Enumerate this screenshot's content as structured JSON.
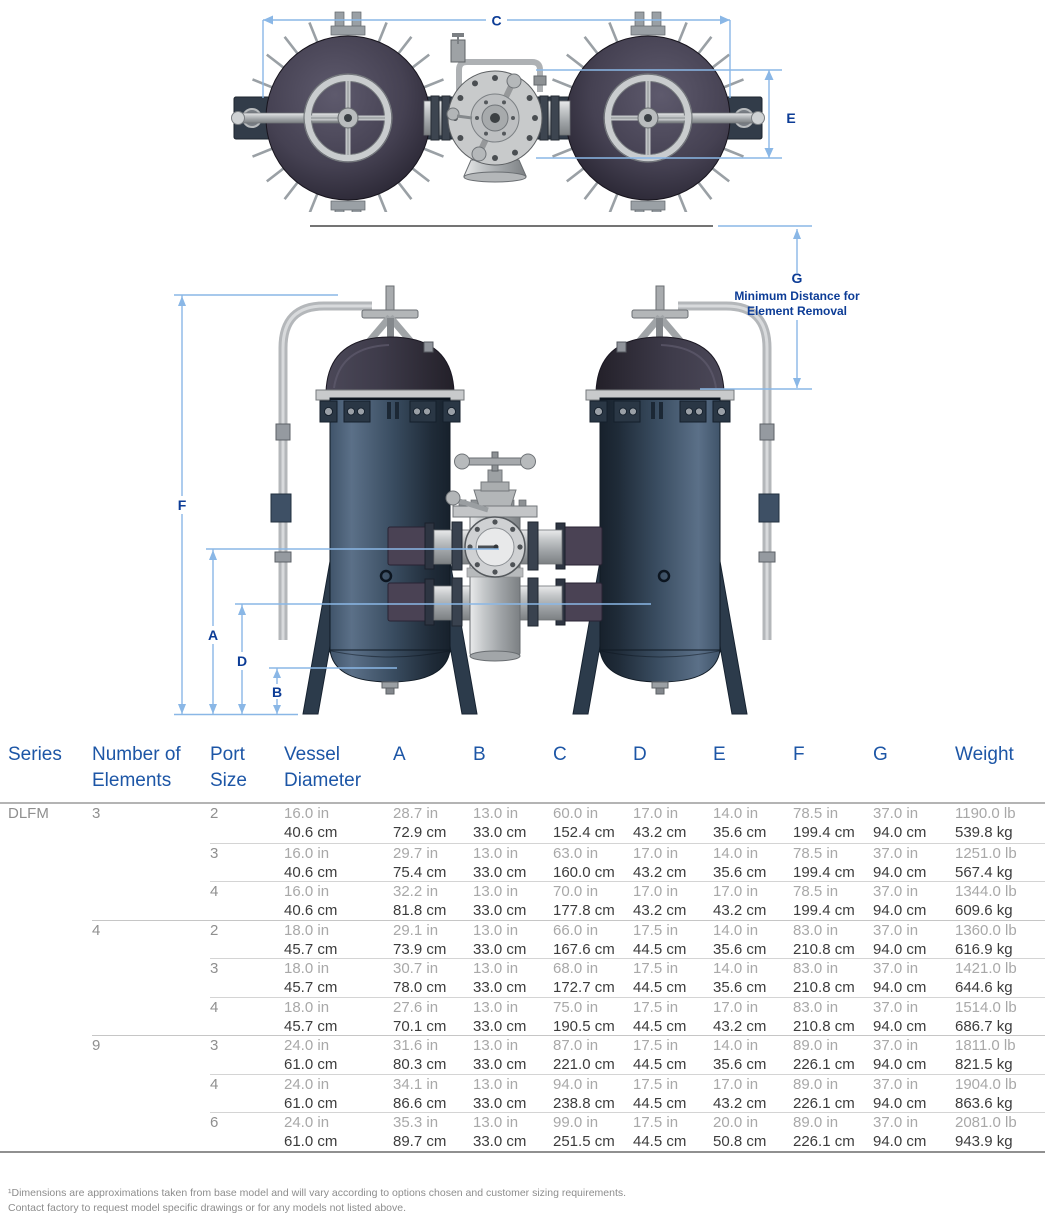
{
  "colors": {
    "dim_line": "#8ab7e6",
    "dim_label_blue": "#0c3c96",
    "table_header_blue": "#1d56a6",
    "value_inch_gray": "#a8a8a8",
    "value_cm_gray": "#3c3c3c",
    "vessel_dark_blue": "#32455a",
    "dome_purple_gray": "#3e3b4a",
    "pipe_gray": "#b6b9bb"
  },
  "drawing": {
    "dims": {
      "c": "C",
      "e": "E",
      "g": "G",
      "f": "F",
      "a": "A",
      "d": "D",
      "b": "B"
    },
    "g_note_1": "Minimum Distance for",
    "g_note_2": "Element Removal"
  },
  "table": {
    "headers": [
      "Series",
      "Number of Elements",
      "Port Size",
      "Vessel Diameter",
      "A",
      "B",
      "C",
      "D",
      "E",
      "F",
      "G",
      "Weight"
    ],
    "series": "DLFM",
    "groups": [
      {
        "elements": "3",
        "rows": [
          {
            "port": "2",
            "values": [
              [
                "16.0 in",
                "40.6 cm"
              ],
              [
                "28.7 in",
                "72.9 cm"
              ],
              [
                "13.0 in",
                "33.0 cm"
              ],
              [
                "60.0 in",
                "152.4 cm"
              ],
              [
                "17.0 in",
                "43.2 cm"
              ],
              [
                "14.0 in",
                "35.6 cm"
              ],
              [
                "78.5 in",
                "199.4 cm"
              ],
              [
                "37.0 in",
                "94.0 cm"
              ],
              [
                "1190.0 lb",
                "539.8 kg"
              ]
            ]
          },
          {
            "port": "3",
            "values": [
              [
                "16.0 in",
                "40.6 cm"
              ],
              [
                "29.7 in",
                "75.4 cm"
              ],
              [
                "13.0 in",
                "33.0 cm"
              ],
              [
                "63.0 in",
                "160.0 cm"
              ],
              [
                "17.0 in",
                "43.2 cm"
              ],
              [
                "14.0 in",
                "35.6 cm"
              ],
              [
                "78.5 in",
                "199.4 cm"
              ],
              [
                "37.0 in",
                "94.0 cm"
              ],
              [
                "1251.0 lb",
                "567.4 kg"
              ]
            ]
          },
          {
            "port": "4",
            "values": [
              [
                "16.0 in",
                "40.6 cm"
              ],
              [
                "32.2 in",
                "81.8 cm"
              ],
              [
                "13.0 in",
                "33.0 cm"
              ],
              [
                "70.0 in",
                "177.8 cm"
              ],
              [
                "17.0 in",
                "43.2 cm"
              ],
              [
                "17.0 in",
                "43.2 cm"
              ],
              [
                "78.5 in",
                "199.4 cm"
              ],
              [
                "37.0 in",
                "94.0 cm"
              ],
              [
                "1344.0 lb",
                "609.6 kg"
              ]
            ]
          }
        ]
      },
      {
        "elements": "4",
        "rows": [
          {
            "port": "2",
            "values": [
              [
                "18.0 in",
                "45.7 cm"
              ],
              [
                "29.1 in",
                "73.9 cm"
              ],
              [
                "13.0 in",
                "33.0 cm"
              ],
              [
                "66.0 in",
                "167.6 cm"
              ],
              [
                "17.5 in",
                "44.5 cm"
              ],
              [
                "14.0 in",
                "35.6 cm"
              ],
              [
                "83.0 in",
                "210.8 cm"
              ],
              [
                "37.0 in",
                "94.0 cm"
              ],
              [
                "1360.0 lb",
                "616.9 kg"
              ]
            ]
          },
          {
            "port": "3",
            "values": [
              [
                "18.0 in",
                "45.7 cm"
              ],
              [
                "30.7 in",
                "78.0 cm"
              ],
              [
                "13.0 in",
                "33.0 cm"
              ],
              [
                "68.0 in",
                "172.7 cm"
              ],
              [
                "17.5 in",
                "44.5 cm"
              ],
              [
                "14.0 in",
                "35.6 cm"
              ],
              [
                "83.0 in",
                "210.8 cm"
              ],
              [
                "37.0 in",
                "94.0 cm"
              ],
              [
                "1421.0 lb",
                "644.6 kg"
              ]
            ]
          },
          {
            "port": "4",
            "values": [
              [
                "18.0 in",
                "45.7 cm"
              ],
              [
                "27.6 in",
                "70.1 cm"
              ],
              [
                "13.0 in",
                "33.0 cm"
              ],
              [
                "75.0 in",
                "190.5 cm"
              ],
              [
                "17.5 in",
                "44.5 cm"
              ],
              [
                "17.0 in",
                "43.2 cm"
              ],
              [
                "83.0 in",
                "210.8 cm"
              ],
              [
                "37.0 in",
                "94.0 cm"
              ],
              [
                "1514.0 lb",
                "686.7 kg"
              ]
            ]
          }
        ]
      },
      {
        "elements": "9",
        "rows": [
          {
            "port": "3",
            "values": [
              [
                "24.0 in",
                "61.0 cm"
              ],
              [
                "31.6 in",
                "80.3 cm"
              ],
              [
                "13.0 in",
                "33.0 cm"
              ],
              [
                "87.0 in",
                "221.0 cm"
              ],
              [
                "17.5 in",
                "44.5 cm"
              ],
              [
                "14.0 in",
                "35.6 cm"
              ],
              [
                "89.0 in",
                "226.1 cm"
              ],
              [
                "37.0 in",
                "94.0 cm"
              ],
              [
                "1811.0 lb",
                "821.5 kg"
              ]
            ]
          },
          {
            "port": "4",
            "values": [
              [
                "24.0 in",
                "61.0 cm"
              ],
              [
                "34.1 in",
                "86.6 cm"
              ],
              [
                "13.0 in",
                "33.0 cm"
              ],
              [
                "94.0 in",
                "238.8 cm"
              ],
              [
                "17.5 in",
                "44.5 cm"
              ],
              [
                "17.0 in",
                "43.2 cm"
              ],
              [
                "89.0 in",
                "226.1 cm"
              ],
              [
                "37.0 in",
                "94.0 cm"
              ],
              [
                "1904.0 lb",
                "863.6 kg"
              ]
            ]
          },
          {
            "port": "6",
            "values": [
              [
                "24.0 in",
                "61.0 cm"
              ],
              [
                "35.3 in",
                "89.7 cm"
              ],
              [
                "13.0 in",
                "33.0 cm"
              ],
              [
                "99.0 in",
                "251.5 cm"
              ],
              [
                "17.5 in",
                "44.5 cm"
              ],
              [
                "20.0 in",
                "50.8 cm"
              ],
              [
                "89.0 in",
                "226.1 cm"
              ],
              [
                "37.0 in",
                "94.0 cm"
              ],
              [
                "2081.0 lb",
                "943.9 kg"
              ]
            ]
          }
        ]
      }
    ]
  },
  "footnote": "¹Dimensions are approximations taken from base model and will vary according to options chosen and customer sizing requirements. Contact factory to request model specific drawings or for any models not listed above."
}
